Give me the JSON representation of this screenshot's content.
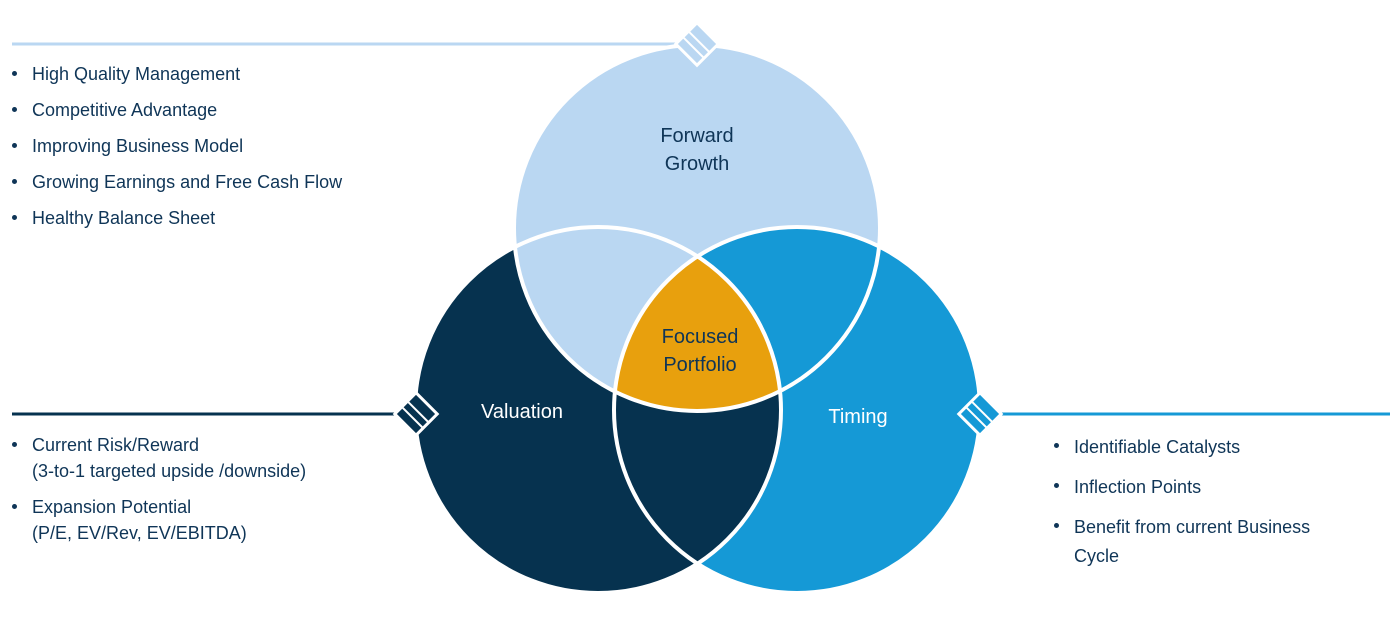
{
  "colors": {
    "growth": "#bad7f2",
    "valuation": "#06324f",
    "timing": "#1599d6",
    "center": "#e8a00d",
    "text_dark": "#0f3557",
    "text_light": "#ffffff",
    "growth_line": "#bad7f2",
    "valuation_line": "#06324f",
    "timing_line": "#1599d6"
  },
  "circles": {
    "growth": {
      "line1": "Forward",
      "line2": "Growth"
    },
    "valuation": {
      "line1": "Valuation"
    },
    "timing": {
      "line1": "Timing"
    },
    "center": {
      "line1": "Focused",
      "line2": "Portfolio"
    }
  },
  "growth_points": [
    {
      "line1": "High Quality Management"
    },
    {
      "line1": "Competitive Advantage"
    },
    {
      "line1": "Improving Business Model"
    },
    {
      "line1": "Growing Earnings and Free Cash Flow"
    },
    {
      "line1": "Healthy Balance Sheet"
    }
  ],
  "valuation_points": [
    {
      "line1": "Current Risk/Reward",
      "line2": "(3-to-1 targeted upside /downside)"
    },
    {
      "line1": "Expansion Potential",
      "line2": "(P/E, EV/Rev, EV/EBITDA)"
    }
  ],
  "timing_points": [
    {
      "line1": "Identifiable Catalysts"
    },
    {
      "line1": "Inflection Points"
    },
    {
      "line1": "Benefit from current Business",
      "line2": "Cycle"
    }
  ]
}
